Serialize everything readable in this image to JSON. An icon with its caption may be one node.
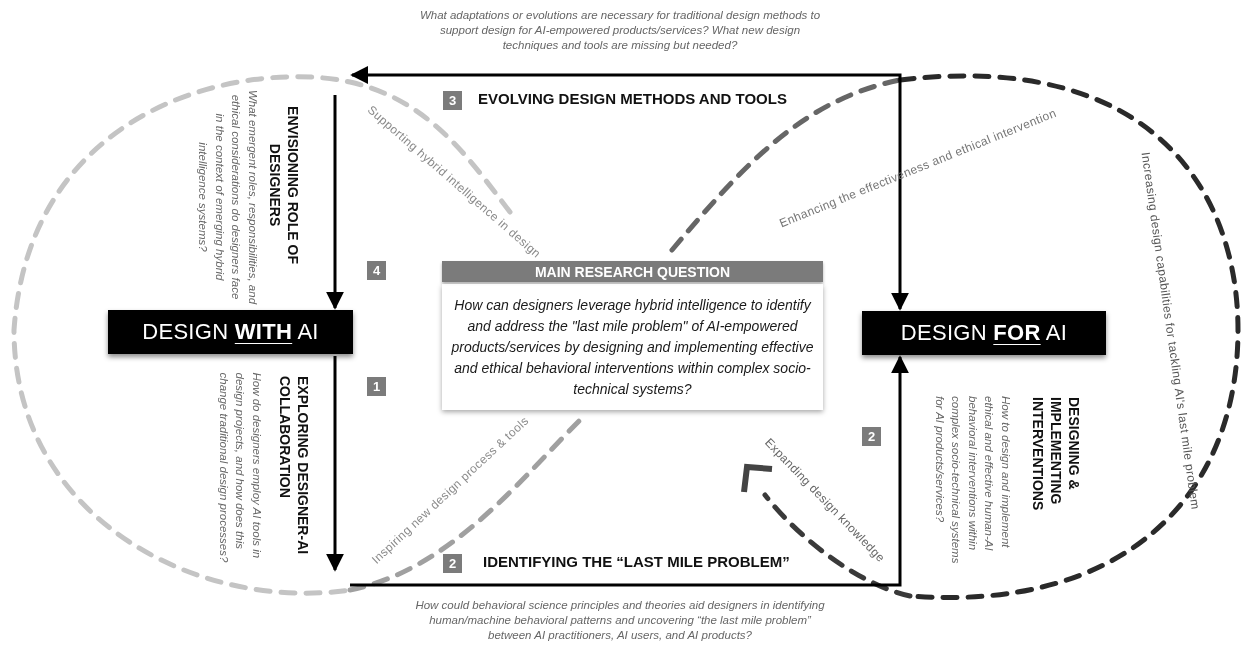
{
  "diagram": {
    "nodes": [
      {
        "text": [
          "DESIGN **WITH** AI"
        ]
      },
      {
        "text": [
          "DESIGN **FOR** AI"
        ]
      },
      {
        "text": [
          "MAIN RESEARCH QUESTION",
          "How can designers leverage hybrid intelligence to identify and address the \"last mile problem\" of AI-empowered products/services by designing and implementing effective and ethical behavioral interventions within complex socio-technical systems?"
        ]
      }
    ],
    "edges": [
      {
        "from": 0,
        "to": null,
        "arrow": "to"
      },
      {
        "from": null,
        "to": 1,
        "arrow": "to"
      },
      {
        "from": null,
        "to": 1,
        "arrow": "both"
      },
      {
        "from": null,
        "to": 0,
        "arrow": "to"
      }
    ],
    "labels": [
      "What adaptations or evolutions are necessary for traditional design methods to support design for AI-empowered products/services? What new design techniques and tools are missing but needed?",
      "3",
      "EVOLVING DESIGN METHODS AND TOOLS",
      "Supporting hybrid intelligence in design",
      "Enhancing the effectiveness and ethical intervention",
      "ENVISIONING ROLE OF DESIGNERS",
      "What emergent roles, responsibilities, and ethical considerations do designers face in the context of emerging hybrid intelligence systems?",
      "4",
      "Increasing design capabilities for tackling AI's last mile problem",
      "1",
      "EXPLORING DESIGNER-AI COLLABORATION",
      "How do designers employ AI tools in design projects, and how does this change traditional design processes?",
      "2",
      "DESIGNING & IMPLEMENTING INTERVENTIONS",
      "How to design and implement ethical and effective human-AI behavioral interventions within complex socio-technical systems for AI products/services?",
      "Inspiring new design process & tools",
      "Expanding design knowledge",
      "2",
      "IDENTIFYING THE “LAST MILE PROBLEM”",
      "How could behavioral science principles and theories aid designers in identifying human/machine behavioral patterns and uncovering “the last mile problem” between AI practitioners, AI users, and AI products?"
    ]
  }
}
